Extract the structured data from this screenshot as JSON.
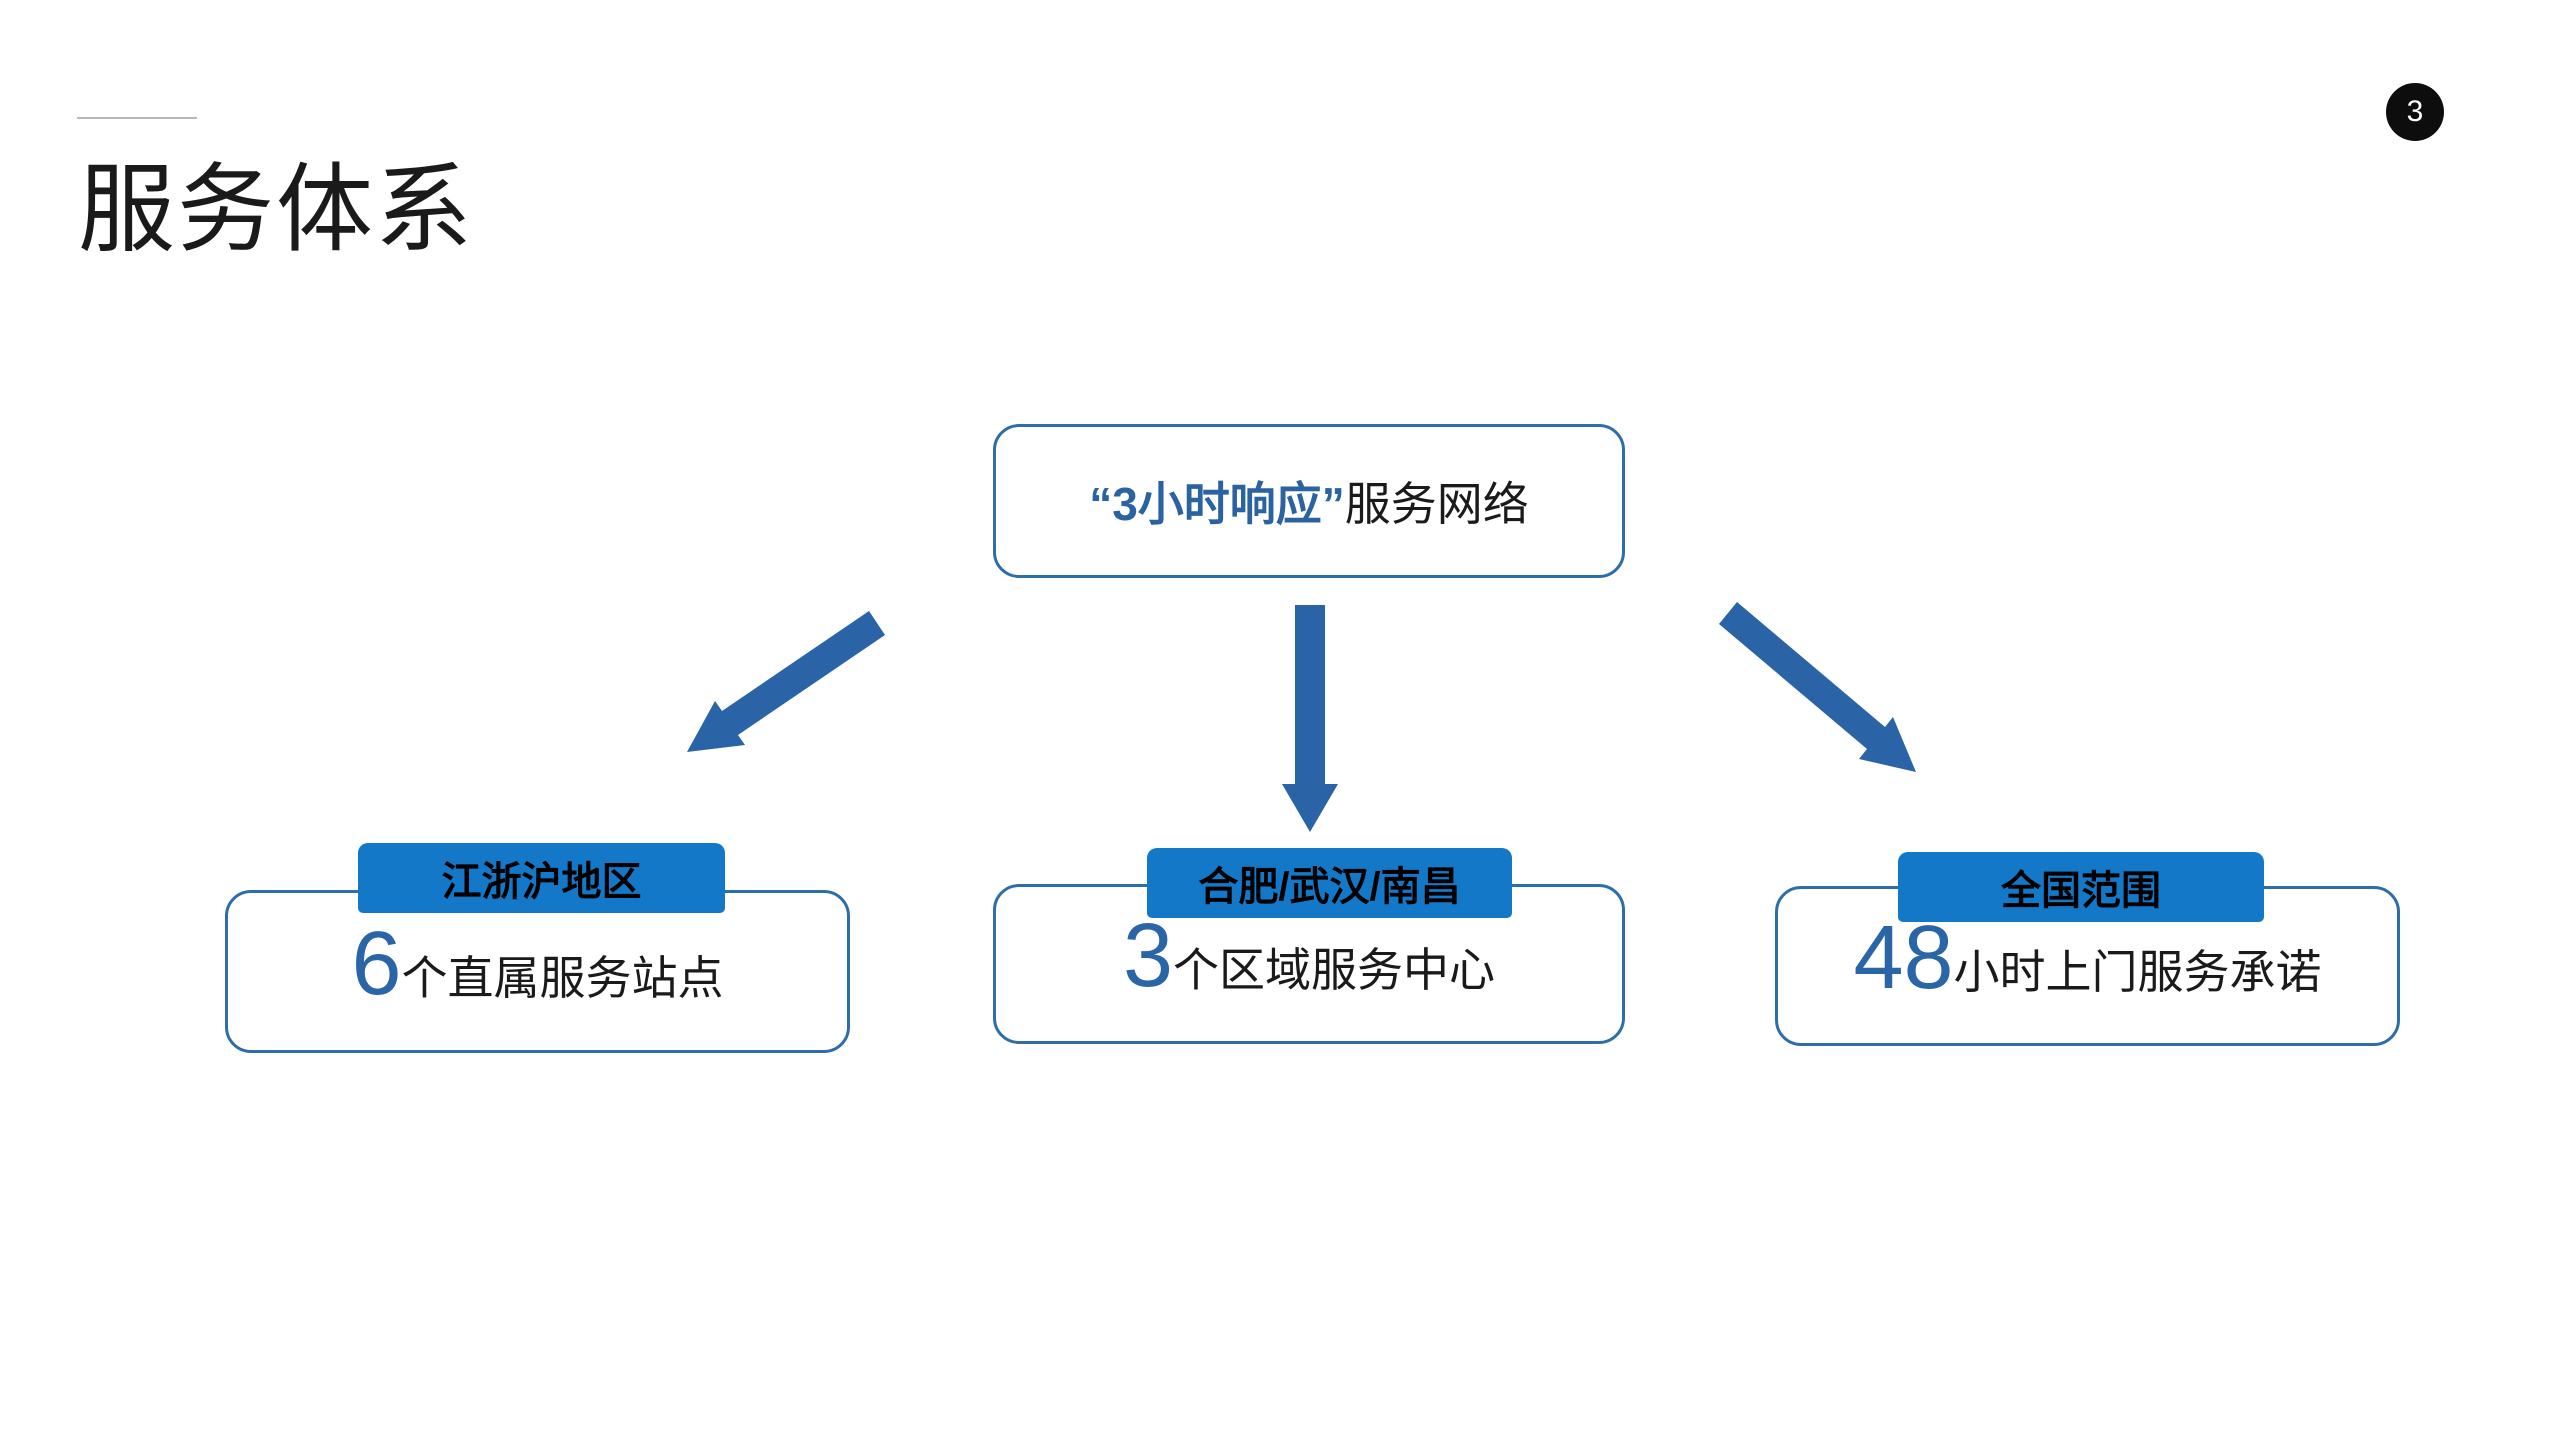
{
  "page": {
    "number": "3"
  },
  "title": {
    "text": "服务体系"
  },
  "colors": {
    "background": "#ffffff",
    "rule_gray": "#b8b8b8",
    "badge_black": "#0d0d0d",
    "text_black": "#1a1a1a",
    "border_blue": "#2e6da8",
    "arrow": "#2a63a6",
    "banner_blue": "#1478c8",
    "banner_text": "#000000",
    "number_blue": "#2a65a8",
    "bold_blue": "#2a63a0"
  },
  "diagram": {
    "root": {
      "highlight": "“3小时响应”",
      "rest": "服务网络"
    },
    "cards": [
      {
        "banner": "江浙沪地区",
        "number": "6",
        "label": "个直属服务站点"
      },
      {
        "banner": "合肥/武汉/南昌",
        "number": "3",
        "label": "个区域服务中心"
      },
      {
        "banner": "全国范围",
        "number": "48",
        "label": "小时上门服务承诺"
      }
    ]
  }
}
